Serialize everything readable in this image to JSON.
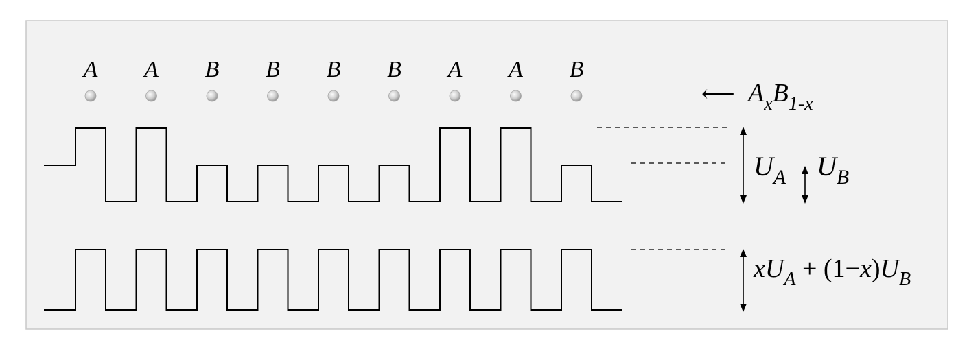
{
  "atoms": {
    "labels": [
      "A",
      "A",
      "B",
      "B",
      "B",
      "B",
      "A",
      "A",
      "B"
    ]
  },
  "alloy": {
    "arrow": "⟵",
    "base_a": "A",
    "sub_x": "x",
    "base_b": "B",
    "sub_1mx": "1-x"
  },
  "potentials": {
    "ua_base": "U",
    "ua_sub": "A",
    "ub_base": "U",
    "ub_sub": "B"
  },
  "average": {
    "x1": "x",
    "u1": "U",
    "sub_a": "A",
    "plus": " + ",
    "paren": "(1",
    "minus": "−",
    "x2": "x",
    "close": ")",
    "u2": "U",
    "sub_b": "B"
  },
  "colors": {
    "panel_fill": "#f2f2f2",
    "panel_stroke": "#c8c8c8",
    "line": "#000000",
    "sphere_light": "#f4f4f4",
    "sphere_dark": "#9a9a9a"
  }
}
